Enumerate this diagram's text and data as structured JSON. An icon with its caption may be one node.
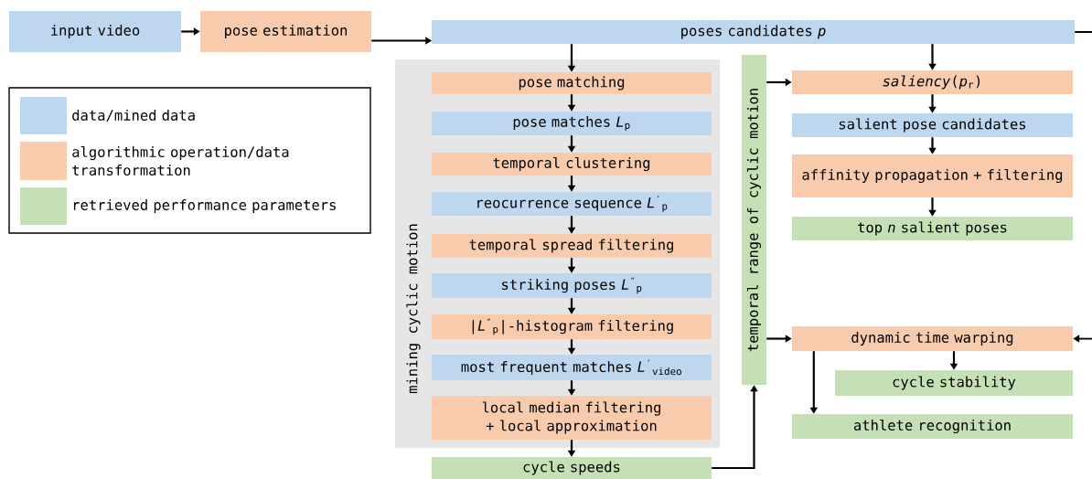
{
  "diagram": {
    "nodes": [
      {
        "text": [
          "input video"
        ]
      },
      {
        "text": [
          "pose estimation"
        ]
      },
      {
        "text": [
          "poses candidates *p*"
        ]
      },
      {
        "text": [
          "mining cyclic motion"
        ]
      },
      {
        "text": [
          "pose matching"
        ],
        "in": 3
      },
      {
        "text": [
          "pose matches *L*$_{p}$"
        ],
        "in": 3
      },
      {
        "text": [
          "temporal clustering"
        ],
        "in": 3
      },
      {
        "text": [
          "reocurrence sequence *L*$^{′}$$_{p}$"
        ],
        "in": 3
      },
      {
        "text": [
          "temporal spread filtering"
        ],
        "in": 3
      },
      {
        "text": [
          "striking poses *L*$^{″}$$_{p}$"
        ],
        "in": 3
      },
      {
        "text": [
          "|*L*$^{″}$$_{p}$|-histogram filtering"
        ],
        "in": 3
      },
      {
        "text": [
          "most frequent matches *L*$^{′}$$_{video}$"
        ],
        "in": 3
      },
      {
        "text": [
          "local median filtering + local approximation"
        ],
        "in": 3
      },
      {
        "text": [
          "cycle speeds"
        ]
      },
      {
        "text": [
          "temporal range of cyclic motion"
        ]
      },
      {
        "text": [
          "*saliency*(*p*$_{r}$)"
        ]
      },
      {
        "text": [
          "salient pose candidates"
        ]
      },
      {
        "text": [
          "affinity propagation + filtering"
        ]
      },
      {
        "text": [
          "top *n* salient poses"
        ]
      },
      {
        "text": [
          "dynamic time warping"
        ]
      },
      {
        "text": [
          "cycle stability"
        ]
      },
      {
        "text": [
          "athlete recognition"
        ]
      }
    ],
    "edges": [
      {
        "from": 0,
        "to": 1,
        "arrow": "to"
      },
      {
        "from": 1,
        "to": 2,
        "arrow": "to"
      },
      {
        "from": 2,
        "to": 4,
        "arrow": "to"
      },
      {
        "from": 2,
        "to": 15,
        "arrow": "to"
      },
      {
        "from": 2,
        "to": null,
        "arrow": "none"
      },
      {
        "from": 4,
        "to": 5,
        "arrow": "to"
      },
      {
        "from": 5,
        "to": 6,
        "arrow": "to"
      },
      {
        "from": 6,
        "to": 7,
        "arrow": "to"
      },
      {
        "from": 7,
        "to": 8,
        "arrow": "to"
      },
      {
        "from": 8,
        "to": 9,
        "arrow": "to"
      },
      {
        "from": 9,
        "to": 10,
        "arrow": "to"
      },
      {
        "from": 10,
        "to": 11,
        "arrow": "to"
      },
      {
        "from": 11,
        "to": 12,
        "arrow": "to"
      },
      {
        "from": 12,
        "to": 13,
        "arrow": "to"
      },
      {
        "from": 13,
        "to": 14,
        "arrow": "to"
      },
      {
        "from": 14,
        "to": 15,
        "arrow": "to"
      },
      {
        "from": 14,
        "to": 19,
        "arrow": "to"
      },
      {
        "from": 15,
        "to": 16,
        "arrow": "to"
      },
      {
        "from": 16,
        "to": 17,
        "arrow": "to"
      },
      {
        "from": 17,
        "to": 18,
        "arrow": "to"
      },
      {
        "from": null,
        "to": 19,
        "arrow": "to"
      },
      {
        "from": 19,
        "to": 20,
        "arrow": "to"
      },
      {
        "from": 19,
        "to": 21,
        "arrow": "to"
      }
    ],
    "legend": [
      {
        "text": "data/mined data",
        "color": "#bdd7ee"
      },
      {
        "text": "algorithmic operation/data transformation",
        "color": "#f8cbad"
      },
      {
        "text": "retrieved performance parameters",
        "color": "#c5e0b4"
      }
    ]
  }
}
